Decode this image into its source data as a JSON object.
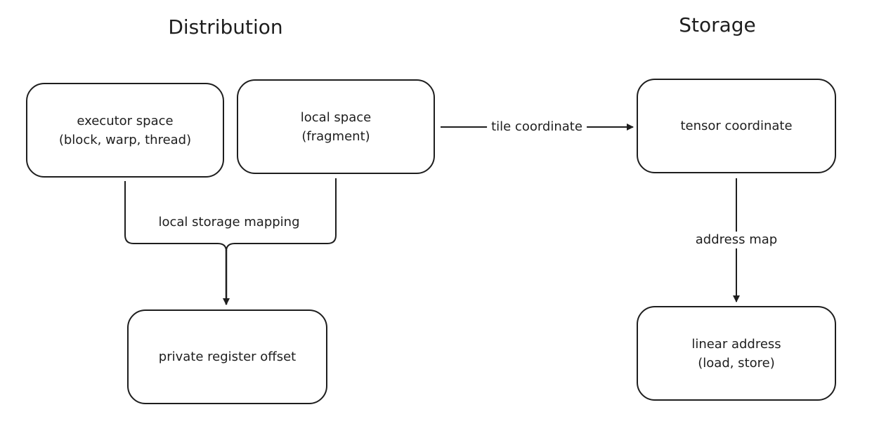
{
  "headings": {
    "distribution": "Distribution",
    "storage": "Storage"
  },
  "nodes": {
    "executor_space": {
      "line1": "executor space",
      "line2": "(block, warp, thread)"
    },
    "local_space": {
      "line1": "local space",
      "line2": "(fragment)"
    },
    "private_register_offset": {
      "line1": "private register offset"
    },
    "tensor_coordinate": {
      "line1": "tensor coordinate"
    },
    "linear_address": {
      "line1": "linear address",
      "line2": "(load, store)"
    }
  },
  "edges": {
    "local_storage_mapping": "local storage mapping",
    "tile_coordinate": "tile coordinate",
    "address_map": "address map"
  },
  "colors": {
    "stroke": "#1e1e1e",
    "background": "#ffffff"
  }
}
